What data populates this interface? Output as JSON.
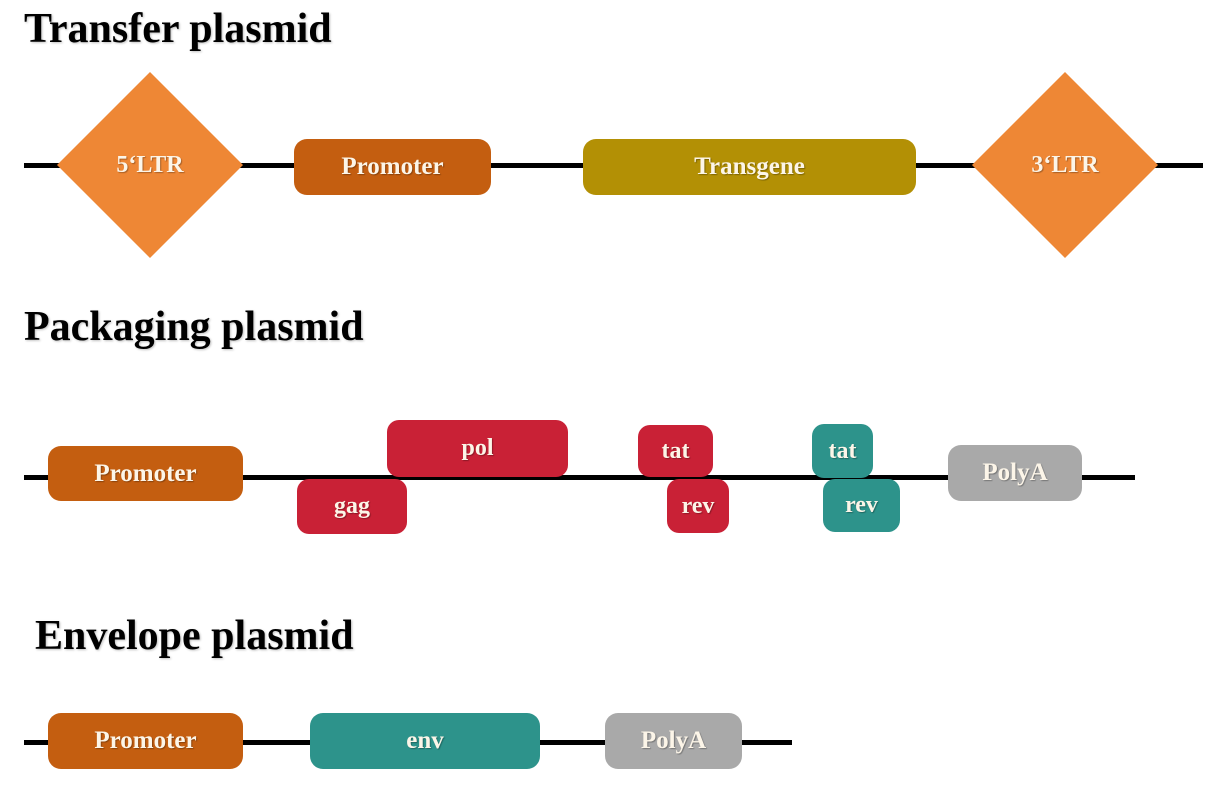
{
  "colors": {
    "ltr_diamond_orange": "#EE8735",
    "promoter_orange": "#C45E10",
    "transgene_gold": "#B39005",
    "gene_red": "#C92136",
    "gene_teal": "#2D938B",
    "polya_gray": "#A9A9A9",
    "backbone_line": "#000000",
    "label_text": "#FCF5E8",
    "title_text": "#000000"
  },
  "transfer": {
    "title": "Transfer plasmid",
    "ltr5_label": "5‘LTR",
    "promoter_label": "Promoter",
    "transgene_label": "Transgene",
    "ltr3_label": "3‘LTR"
  },
  "packaging": {
    "title": "Packaging plasmid",
    "promoter_label": "Promoter",
    "gag_label": "gag",
    "pol_label": "pol",
    "tat1_label": "tat",
    "rev1_label": "rev",
    "tat2_label": "tat",
    "rev2_label": "rev",
    "polya_label": "PolyA"
  },
  "envelope": {
    "title": "Envelope plasmid",
    "promoter_label": "Promoter",
    "env_label": "env",
    "polya_label": "PolyA"
  }
}
